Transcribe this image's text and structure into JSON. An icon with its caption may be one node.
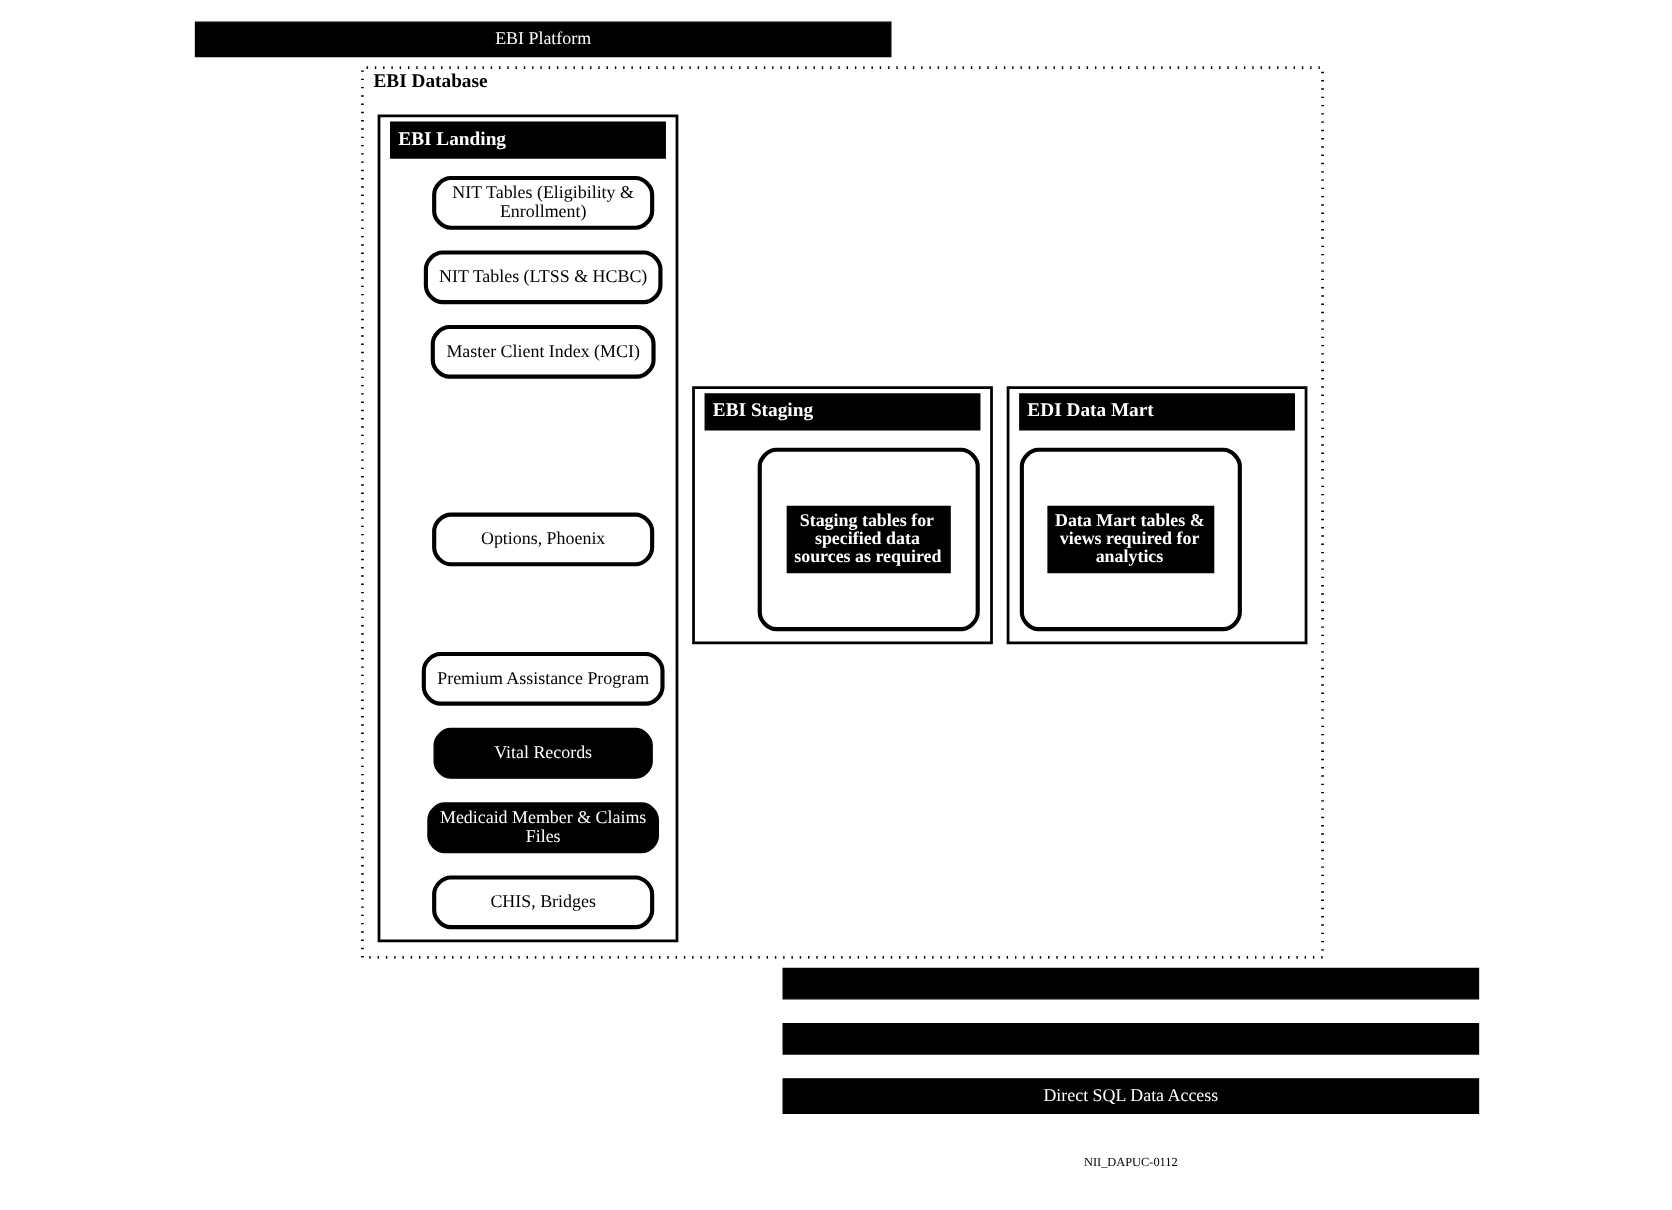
{
  "diagram": {
    "nodes": [
      {
        "text": [
          "EBI Platform"
        ]
      },
      {
        "text": [
          "EBI Database"
        ]
      },
      {
        "text": [
          "EBI Landing"
        ],
        "in": 1
      },
      {
        "text": [
          "NIT Tables (Eligibility & Enrollment)"
        ],
        "in": 2
      },
      {
        "text": [
          "NIT Tables (LTSS & HCBC)"
        ],
        "in": 2
      },
      {
        "text": [
          "Master Client Index (MCI)"
        ],
        "in": 2
      },
      {
        "text": [
          "Options, Phoenix"
        ],
        "in": 2
      },
      {
        "text": [
          "Premium Assistance Program"
        ],
        "in": 2
      },
      {
        "text": [
          "Vital Records"
        ],
        "in": 2
      },
      {
        "text": [
          "Medicaid Member & Claims Files"
        ],
        "in": 2
      },
      {
        "text": [
          "CHIS, Bridges"
        ],
        "in": 2
      },
      {
        "text": [
          "EBI Staging"
        ],
        "in": 1
      },
      {
        "text": [
          "Staging tables for specified data sources as required"
        ],
        "in": 11
      },
      {
        "text": [
          "EDI Data Mart"
        ],
        "in": 1
      },
      {
        "text": [
          "Data Mart tables & views required for analytics"
        ],
        "in": 13
      },
      {
        "text": [],
        "shape": "bar"
      },
      {
        "text": [],
        "shape": "bar"
      },
      {
        "text": [
          "Direct SQL Data Access"
        ]
      }
    ],
    "edges": [],
    "labels": [
      "NII_DAPUC-0112"
    ]
  }
}
